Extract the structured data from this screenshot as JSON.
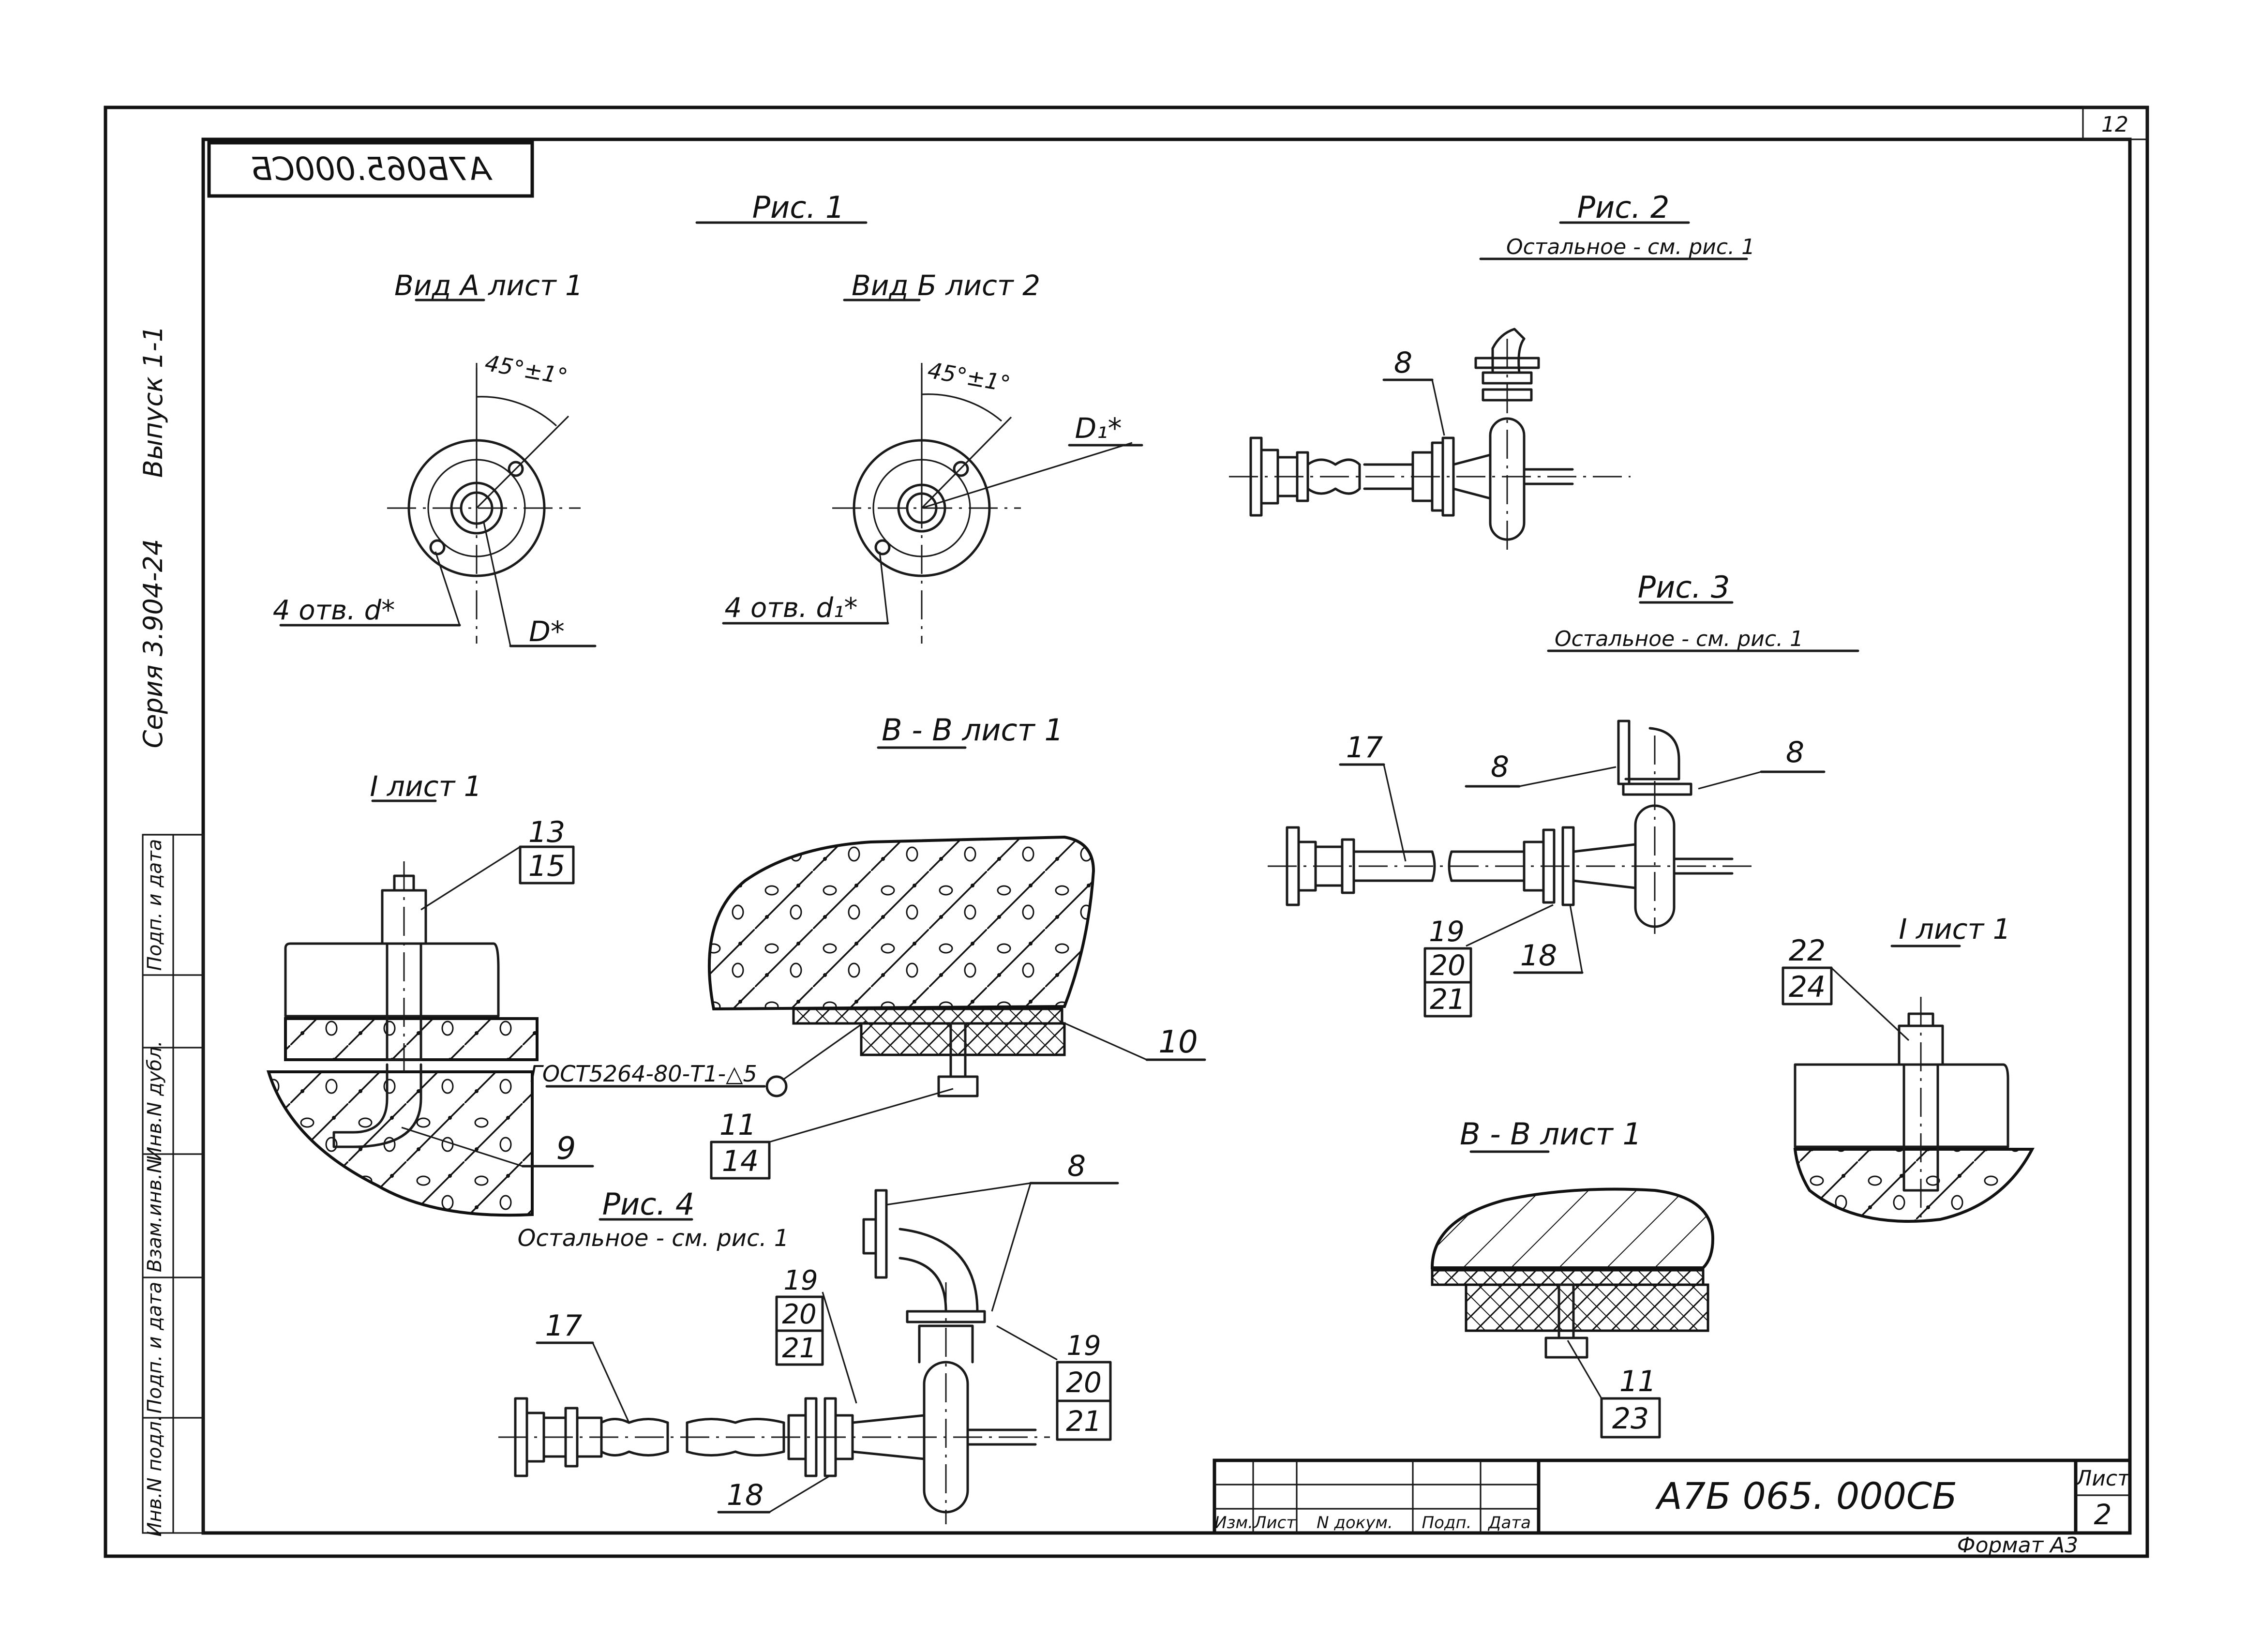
{
  "sheet_corner_number": "12",
  "stamp_code_mirrored": "А7Б065.000СБ",
  "side_strip": {
    "release": "Выпуск 1-1",
    "series": "Серия 3.904-24",
    "columns": [
      "Инв.N подл.",
      "Подп. и дата",
      "Взам.инв.N",
      "Инв.N дубл.",
      "Подп. и дата"
    ]
  },
  "fig1": {
    "title": "Рис. 1",
    "view_a": {
      "title": "Вид А лист 1",
      "angle": "45°±1°",
      "holes": "4 отв. d*",
      "dia": "D*"
    },
    "view_b": {
      "title": "Вид Б лист 2",
      "angle": "45°±1°",
      "holes": "4 отв. d₁*",
      "dia": "D₁*"
    }
  },
  "fig2": {
    "title": "Рис. 2",
    "note": "Остальное - см. рис. 1",
    "label": "8"
  },
  "fig3": {
    "title": "Рис. 3",
    "note": "Остальное - см. рис. 1",
    "labels": [
      "17",
      "8",
      "8",
      "19",
      "20",
      "21",
      "18"
    ]
  },
  "detail1": {
    "title": "I лист 1",
    "nums": [
      "13",
      "15",
      "9"
    ]
  },
  "section_bb1": {
    "title": "В - В лист 1",
    "weld": "ГОСТ5264-80-Т1-△5",
    "nums": [
      "10",
      "11",
      "14"
    ]
  },
  "fig4": {
    "title": "Рис. 4",
    "note": "Остальное - см. рис. 1",
    "labels": [
      "8",
      "19",
      "20",
      "21",
      "17",
      "19",
      "20",
      "21",
      "18"
    ]
  },
  "detail2": {
    "title": "I лист 1",
    "nums": [
      "22",
      "24"
    ]
  },
  "section_bb2": {
    "title": "В - В лист 1",
    "nums": [
      "11",
      "23"
    ]
  },
  "title_block": {
    "headers": [
      "Изм.",
      "Лист",
      "N докум.",
      "Подп.",
      "Дата"
    ],
    "code": "А7Б 065. 000СБ",
    "sheet_label": "Лист",
    "sheet": "2",
    "format": "Формат А3"
  }
}
